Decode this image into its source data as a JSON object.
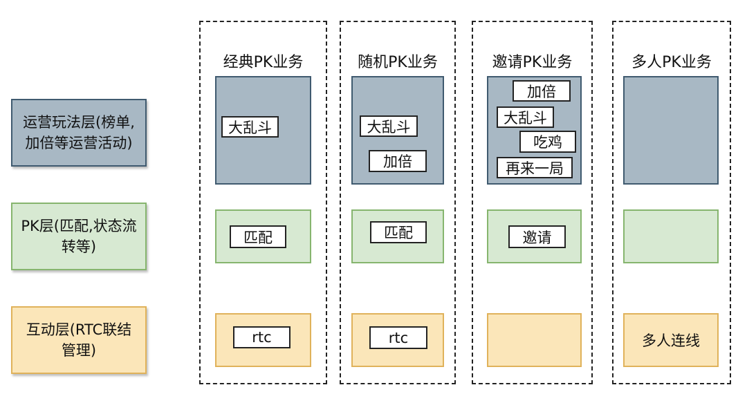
{
  "layers": {
    "ops": "运营玩法层(榜单,\n加倍等运营活动)",
    "pk": "PK层(匹配,状态流\n转等)",
    "interaction": "互动层(RTC联结\n管理)"
  },
  "columns": {
    "classic": {
      "title": "经典PK业务",
      "ops_tags": [
        "大乱斗"
      ],
      "pk_tag": "匹配",
      "rtc_tag": "rtc"
    },
    "random": {
      "title": "随机PK业务",
      "ops_tags": [
        "大乱斗",
        "加倍"
      ],
      "pk_tag": "匹配",
      "rtc_tag": "rtc"
    },
    "invite": {
      "title": "邀请PK业务",
      "ops_tags": [
        "加倍",
        "大乱斗",
        "吃鸡",
        "再来一局"
      ],
      "pk_tag": "邀请"
    },
    "multi": {
      "title": "多人PK业务",
      "rtc_text": "多人连线"
    }
  },
  "colors": {
    "ops_fill": "#a8b8c4",
    "ops_border": "#3f5a6f",
    "pk_fill": "#d7e9d2",
    "pk_border": "#86b56e",
    "rtc_fill": "#fbe6b9",
    "rtc_border": "#e0b25a"
  }
}
